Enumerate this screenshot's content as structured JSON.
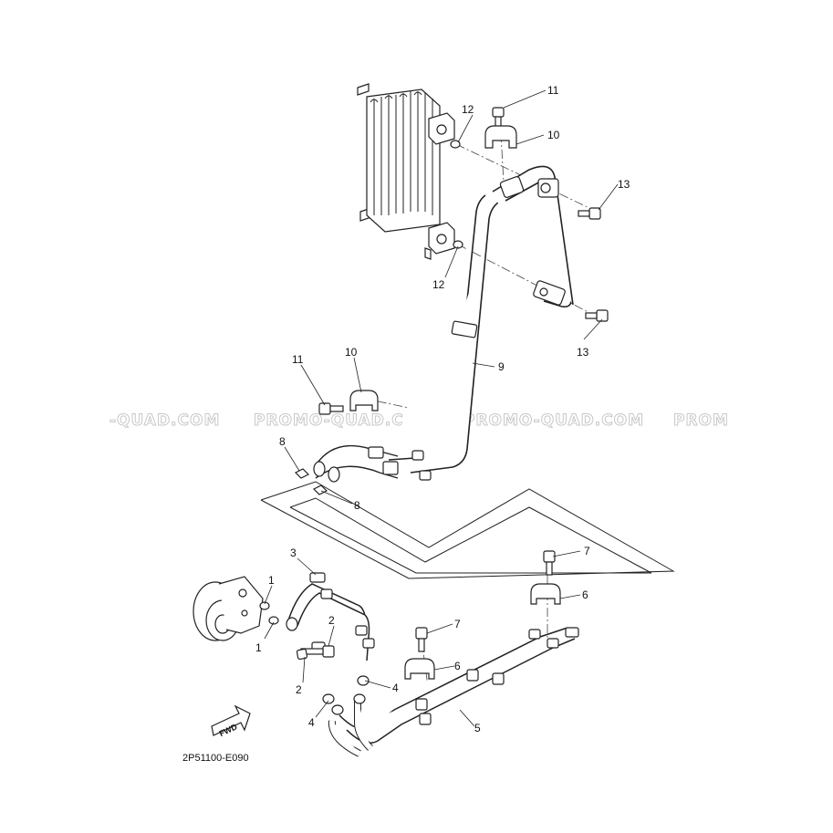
{
  "watermark": {
    "left": "-QUAD.COM",
    "center1": "PROMO-QUAD.COM",
    "center2": "PROMO-QUAD.COM",
    "right": "PROM"
  },
  "diagram_code": "2P51100-E090",
  "fwd_label": "FWD",
  "callouts": {
    "c1a": "1",
    "c1b": "1",
    "c2a": "2",
    "c2b": "2",
    "c3": "3",
    "c4a": "4",
    "c4b": "4",
    "c5": "5",
    "c6a": "6",
    "c6b": "6",
    "c7a": "7",
    "c7b": "7",
    "c8a": "8",
    "c8b": "8",
    "c9": "9",
    "c10a": "10",
    "c10b": "10",
    "c11a": "11",
    "c11b": "11",
    "c12a": "12",
    "c12b": "12",
    "c13a": "13",
    "c13b": "13"
  }
}
